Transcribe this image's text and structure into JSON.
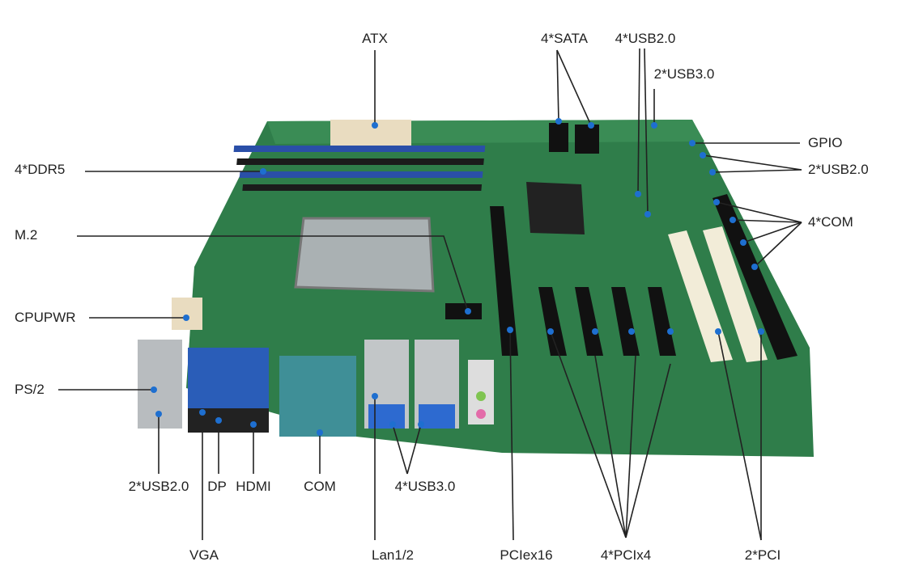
{
  "labels": {
    "atx": "ATX",
    "sata": "4*SATA",
    "usb20_top": "4*USB2.0",
    "usb30_top": "2*USB3.0",
    "gpio": "GPIO",
    "usb20_right": "2*USB2.0",
    "com_right": "4*COM",
    "ddr5": "4*DDR5",
    "m2": "M.2",
    "cpupwr": "CPUPWR",
    "ps2": "PS/2",
    "usb20_bottom": "2*USB2.0",
    "dp": "DP",
    "hdmi": "HDMI",
    "com_bottom": "COM",
    "usb30_bottom": "4*USB3.0",
    "vga": "VGA",
    "lan": "Lan1/2",
    "pciex16": "PCIex16",
    "pcix4": "4*PCIx4",
    "pci": "2*PCI"
  },
  "colors": {
    "board": "#2f7d4a",
    "dot": "#1e6fd0",
    "line": "#222222",
    "slot": "#1b1b1b",
    "ram": "#2a4fa8",
    "pci": "#f2ecd8"
  }
}
